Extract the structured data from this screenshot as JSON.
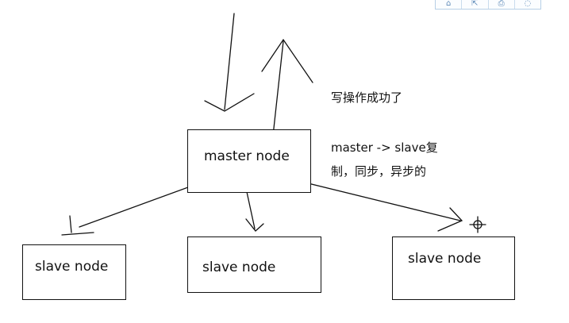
{
  "nodes": {
    "master": "master node",
    "slave_left": "slave node",
    "slave_middle": "slave node",
    "slave_right": "slave node"
  },
  "notes": {
    "write_success": "写操作成功了",
    "replication_line1": "master -> slave复",
    "replication_line2": "制，同步，异步的"
  },
  "toolbar": {
    "icons": [
      "home-icon",
      "export-icon",
      "print-icon",
      "comment-icon"
    ]
  }
}
